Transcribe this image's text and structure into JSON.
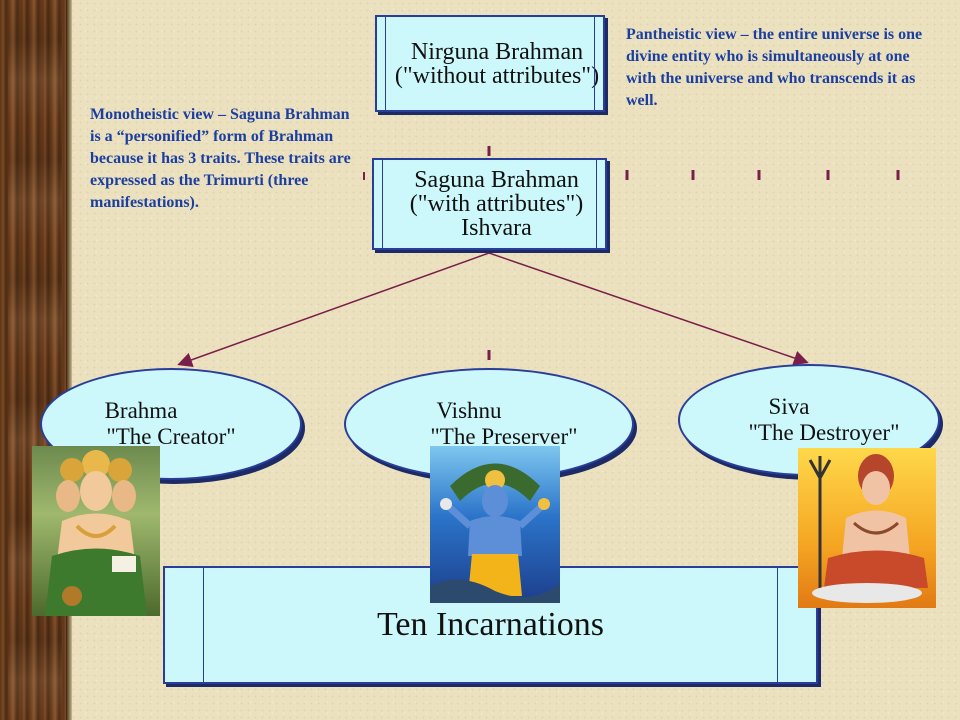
{
  "nirguna": {
    "line1": "Nirguna Brahman",
    "line2": "(\"without attributes\")"
  },
  "saguna": {
    "line1": "Saguna Brahman",
    "line2": "(\"with attributes\")",
    "line3": "Ishvara"
  },
  "notes": {
    "monotheistic": "Monotheistic view – Saguna Brahman is a “personified” form of Brahman because it has 3 traits. These traits are expressed as the Trimurti (three manifestations).",
    "pantheistic": "Pantheistic view – the entire universe is one divine entity who is simultaneously at one with the universe and who transcends it as well."
  },
  "trimurti": [
    {
      "name": "Brahma",
      "title": "\"The Creator\""
    },
    {
      "name": "Vishnu",
      "title": "\"The Preserver\""
    },
    {
      "name": "Siva",
      "title": "\"The Destroyer\""
    }
  ],
  "incarnations": {
    "title": "Ten Incarnations"
  },
  "colors": {
    "background": "#ece1bf",
    "box_fill": "#ccf7fb",
    "box_border": "#2a3d9a",
    "note_text": "#1b3fa0",
    "connector": "#7a1f4a"
  },
  "pictures": {
    "brahma": "brahma-deity-image",
    "vishnu": "vishnu-deity-image",
    "siva": "siva-deity-image"
  }
}
